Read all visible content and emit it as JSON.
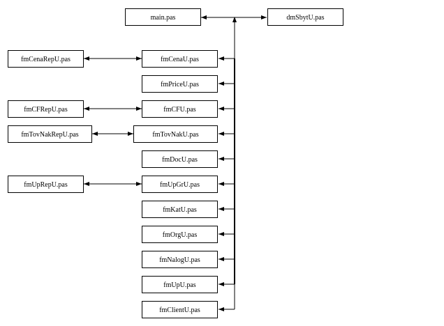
{
  "title": "",
  "nodes": {
    "main": "main.pas",
    "dmSbytU": "dmSbytU.pas",
    "fmCenaRepU": "fmCenaRepU.pas",
    "fmCenaU": "fmCenaU.pas",
    "fmPriceU": "fmPriceU.pas",
    "fmCFRepU": "fmCFRepU.pas",
    "fmCFU": "fmCFU.pas",
    "fmTovNakRepU": "fmTovNakRepU.pas",
    "fmTovNakU": "fmTovNakU.pas",
    "fmDocU": "fmDocU.pas",
    "fmUpRepU": "fmUpRepU.pas",
    "fmUpGrU": "fmUpGrU.pas",
    "fmKatU": "fmKatU.pas",
    "fmOrgU": "fmOrgU.pas",
    "fmNalogU": "fmNalogU.pas",
    "fmUpU": "fmUpU.pas",
    "fmClientU": "fmClientU.pas"
  },
  "edges": [
    {
      "from": "main",
      "to": "dmSbytU",
      "type": "bidirectional"
    },
    {
      "from": "fmCenaRepU",
      "to": "fmCenaU",
      "type": "bidirectional"
    },
    {
      "from": "fmCFRepU",
      "to": "fmCFU",
      "type": "bidirectional"
    },
    {
      "from": "fmTovNakRepU",
      "to": "fmTovNakU",
      "type": "bidirectional"
    },
    {
      "from": "fmUpRepU",
      "to": "fmUpGrU",
      "type": "bidirectional"
    },
    {
      "from": "bus",
      "to": "fmCenaU",
      "type": "arrow"
    },
    {
      "from": "bus",
      "to": "fmPriceU",
      "type": "arrow"
    },
    {
      "from": "bus",
      "to": "fmCFU",
      "type": "arrow"
    },
    {
      "from": "bus",
      "to": "fmTovNakU",
      "type": "arrow"
    },
    {
      "from": "bus",
      "to": "fmDocU",
      "type": "arrow"
    },
    {
      "from": "bus",
      "to": "fmUpGrU",
      "type": "arrow"
    },
    {
      "from": "bus",
      "to": "fmKatU",
      "type": "arrow"
    },
    {
      "from": "bus",
      "to": "fmOrgU",
      "type": "arrow"
    },
    {
      "from": "bus",
      "to": "fmNalogU",
      "type": "arrow"
    },
    {
      "from": "bus",
      "to": "fmUpU",
      "type": "arrow"
    },
    {
      "from": "bus",
      "to": "fmClientU",
      "type": "arrow"
    },
    {
      "from": "bus",
      "to": "main_dmSbytU_link",
      "type": "arrow"
    }
  ]
}
